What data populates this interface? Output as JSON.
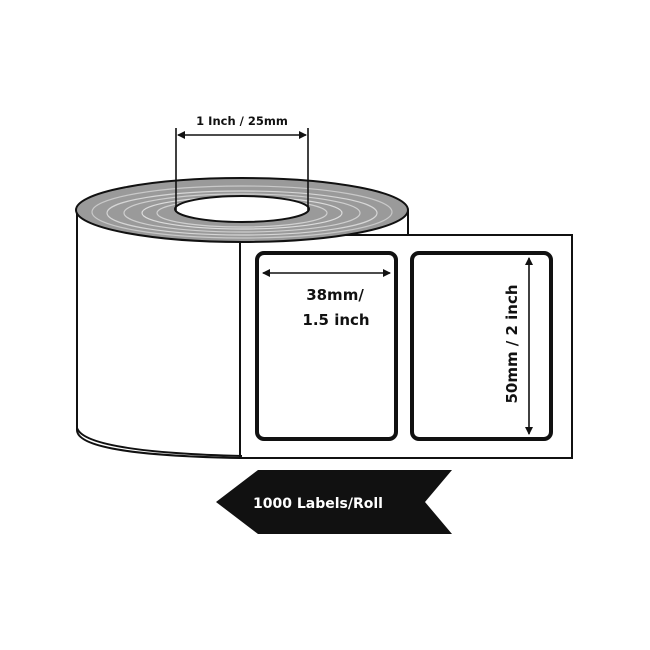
{
  "diagram": {
    "core_dimension": "1 Inch / 25mm",
    "label_width": "38mm/",
    "label_width_alt": "1.5 inch",
    "label_height": "50mm / 2 inch",
    "roll_count": "1000 Labels/Roll"
  },
  "colors": {
    "outline": "#111111",
    "roll_top": "#9a9a9a",
    "roll_rings": "#d8d8d8",
    "banner": "#111111",
    "banner_text": "#ffffff",
    "background": "#ffffff"
  }
}
